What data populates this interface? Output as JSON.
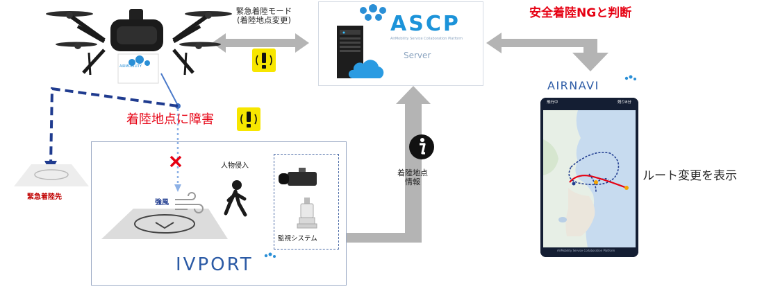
{
  "labels": {
    "emergency_mode_line1": "緊急着陸モード",
    "emergency_mode_line2": "(着陸地点変更)",
    "safe_landing_ng": "安全着陸NGと判断",
    "server_label": "Server",
    "ascp_logo": "ASCP",
    "ascp_sub": "AirMobility Service Collaboration Platform",
    "airnavi_logo": "AIRNAVI",
    "obstacle": "着陸地点に障害",
    "emergency_site": "緊急着陸先",
    "strong_wind": "強風",
    "person_intrusion": "人物侵入",
    "monitoring_system": "監視システム",
    "ivport_logo": "IVPORT",
    "landing_info_line1": "着陸地点",
    "landing_info_line2": "情報",
    "route_change": "ルート変更を表示",
    "drone_logo": "AIRMOBILITY",
    "phone_status_left": "飛行中",
    "phone_status_right": "残り8分",
    "phone_footer": "AirMobility Service Collaboration Platform"
  },
  "colors": {
    "arrow_gray": "#b2b2b2",
    "alert_red": "#e60012",
    "route_blue": "#1f3b8f",
    "warning_yellow": "#f7e600",
    "logo_blue": "#1c93d9",
    "ivport_border": "#9aa9c4"
  },
  "icons": [
    "drone-icon",
    "server-icon",
    "cloud-icon",
    "warning-icon",
    "info-icon",
    "wind-icon",
    "walking-person-icon",
    "security-camera-icon",
    "sensor-icon",
    "cross-mark-icon",
    "landing-pad-icon",
    "map-phone-icon"
  ]
}
